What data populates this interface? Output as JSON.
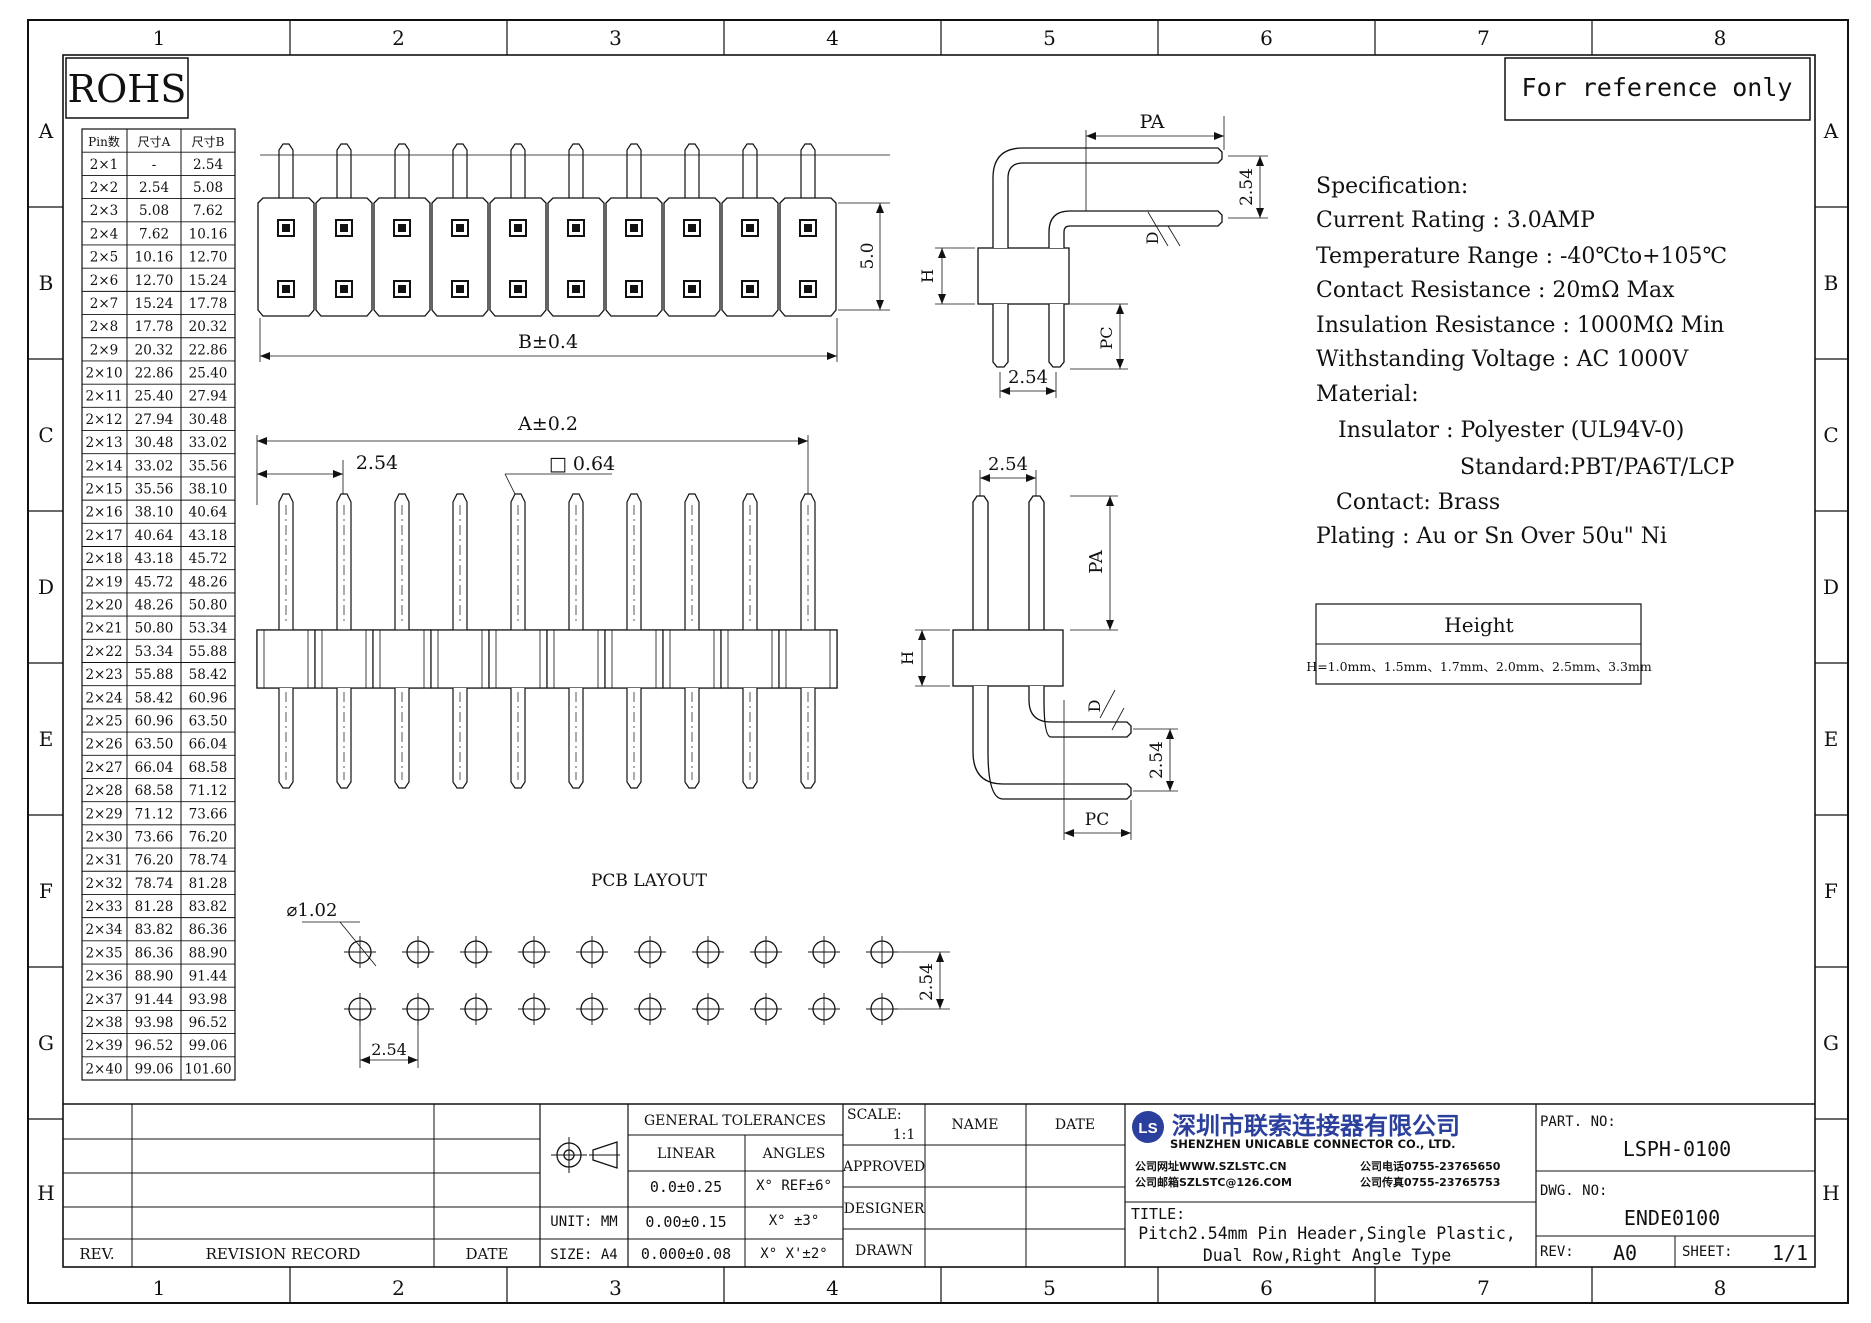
{
  "frame": {
    "columns": [
      "1",
      "2",
      "3",
      "4",
      "5",
      "6",
      "7",
      "8"
    ],
    "rows": [
      "A",
      "B",
      "C",
      "D",
      "E",
      "F",
      "G",
      "H"
    ]
  },
  "rohs": "ROHS",
  "reference_note": "For reference only",
  "pin_table": {
    "headers": [
      "Pin数",
      "尺寸A",
      "尺寸B"
    ],
    "rows": [
      [
        "2×1",
        "-",
        "2.54"
      ],
      [
        "2×2",
        "2.54",
        "5.08"
      ],
      [
        "2×3",
        "5.08",
        "7.62"
      ],
      [
        "2×4",
        "7.62",
        "10.16"
      ],
      [
        "2×5",
        "10.16",
        "12.70"
      ],
      [
        "2×6",
        "12.70",
        "15.24"
      ],
      [
        "2×7",
        "15.24",
        "17.78"
      ],
      [
        "2×8",
        "17.78",
        "20.32"
      ],
      [
        "2×9",
        "20.32",
        "22.86"
      ],
      [
        "2×10",
        "22.86",
        "25.40"
      ],
      [
        "2×11",
        "25.40",
        "27.94"
      ],
      [
        "2×12",
        "27.94",
        "30.48"
      ],
      [
        "2×13",
        "30.48",
        "33.02"
      ],
      [
        "2×14",
        "33.02",
        "35.56"
      ],
      [
        "2×15",
        "35.56",
        "38.10"
      ],
      [
        "2×16",
        "38.10",
        "40.64"
      ],
      [
        "2×17",
        "40.64",
        "43.18"
      ],
      [
        "2×18",
        "43.18",
        "45.72"
      ],
      [
        "2×19",
        "45.72",
        "48.26"
      ],
      [
        "2×20",
        "48.26",
        "50.80"
      ],
      [
        "2×21",
        "50.80",
        "53.34"
      ],
      [
        "2×22",
        "53.34",
        "55.88"
      ],
      [
        "2×23",
        "55.88",
        "58.42"
      ],
      [
        "2×24",
        "58.42",
        "60.96"
      ],
      [
        "2×25",
        "60.96",
        "63.50"
      ],
      [
        "2×26",
        "63.50",
        "66.04"
      ],
      [
        "2×27",
        "66.04",
        "68.58"
      ],
      [
        "2×28",
        "68.58",
        "71.12"
      ],
      [
        "2×29",
        "71.12",
        "73.66"
      ],
      [
        "2×30",
        "73.66",
        "76.20"
      ],
      [
        "2×31",
        "76.20",
        "78.74"
      ],
      [
        "2×32",
        "78.74",
        "81.28"
      ],
      [
        "2×33",
        "81.28",
        "83.82"
      ],
      [
        "2×34",
        "83.82",
        "86.36"
      ],
      [
        "2×35",
        "86.36",
        "88.90"
      ],
      [
        "2×36",
        "88.90",
        "91.44"
      ],
      [
        "2×37",
        "91.44",
        "93.98"
      ],
      [
        "2×38",
        "93.98",
        "96.52"
      ],
      [
        "2×39",
        "96.52",
        "99.06"
      ],
      [
        "2×40",
        "99.06",
        "101.60"
      ]
    ]
  },
  "dims": {
    "height": "5.0",
    "b_len": "B±0.4",
    "a_len": "A±0.2",
    "pitch": "2.54",
    "pin_sq": "□ 0.64",
    "pa": "PA",
    "pc": "PC",
    "h": "H",
    "d": "D",
    "hole": "⌀1.02",
    "pcb_layout": "PCB LAYOUT"
  },
  "spec": {
    "title": "Specification:",
    "current": "Current Rating : 3.0AMP",
    "temperature": "Temperature Range : -40℃to+105℃",
    "contact_res": "Contact Resistance : 20mΩ Max",
    "insulation_res": "Insulation Resistance : 1000MΩ Min",
    "voltage": "Withstanding Voltage : AC 1000V",
    "material": "Material:",
    "insulator": "Insulator : Polyester (UL94V-0)",
    "standard": "Standard:PBT/PA6T/LCP",
    "contact": "Contact: Brass",
    "plating": "Plating : Au or Sn Over 50u\" Ni"
  },
  "height_box": {
    "title": "Height",
    "values": "H=1.0mm、1.5mm、1.7mm、2.0mm、2.5mm、3.3mm"
  },
  "title_block": {
    "rev_label": "REV.",
    "revision_record": "REVISION RECORD",
    "date_label": "DATE",
    "unit": "UNIT: MM",
    "size": "SIZE: A4",
    "general_tolerances": "GENERAL TOLERANCES",
    "linear": "LINEAR",
    "angles": "ANGLES",
    "lin1": "0.0±0.25",
    "lin2": "0.00±0.15",
    "lin3": "0.000±0.08",
    "ang1": "X° REF±6°",
    "ang2": "X° ±3°",
    "ang3": "X° X'±2°",
    "scale_label": "SCALE:",
    "scale_value": "1:1",
    "name_col": "NAME",
    "date_col": "DATE",
    "approved": "APPROVED",
    "designer": "DESIGNER",
    "drawn": "DRAWN",
    "company_cn": "深圳市联索连接器有限公司",
    "company_en": "SHENZHEN UNICABLE CONNECTOR CO., LTD.",
    "web": "公司网址WWW.SZLSTC.CN",
    "email": "公司邮箱SZLSTC@126.COM",
    "tel": "公司电话0755-23765650",
    "fax": "公司传真0755-23765753",
    "title_label": "TITLE:",
    "title_line1": "Pitch2.54mm Pin Header,Single Plastic,",
    "title_line2": "Dual Row,Right Angle Type",
    "part_label": "PART. NO:",
    "part_no": "LSPH-0100",
    "dwg_label": "DWG. NO:",
    "dwg_no": "ENDE0100",
    "rev_field": "REV:",
    "rev_value": "A0",
    "sheet_label": "SHEET:",
    "sheet_value": "1/1",
    "logo_letters": "LS"
  }
}
